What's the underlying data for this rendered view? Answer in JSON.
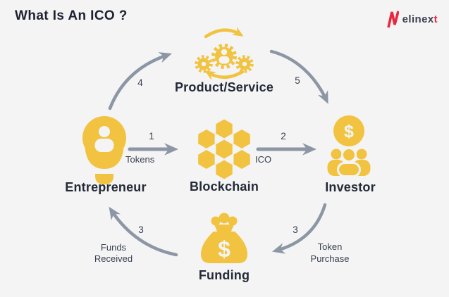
{
  "title": "What Is An ICO ?",
  "logo": {
    "brand_main": "elinex",
    "brand_accent": "t"
  },
  "colors": {
    "background": "#F4F4F5",
    "accent_yellow": "#F2C340",
    "arrow_gray": "#8D96A4",
    "text_dark": "#242A37",
    "text_label": "#39404E",
    "brand_red": "#E9283E"
  },
  "nodes": {
    "product_service": {
      "label": "Product/Service"
    },
    "entrepreneur": {
      "label": "Entrepreneur"
    },
    "blockchain": {
      "label": "Blockchain"
    },
    "investor": {
      "label": "Investor",
      "icon_text": "$"
    },
    "funding": {
      "label": "Funding",
      "icon_text": "$"
    }
  },
  "flows": {
    "tokens": {
      "step": "1",
      "label": "Tokens",
      "from": "Entrepreneur",
      "to": "Blockchain"
    },
    "ico": {
      "step": "2",
      "label": "ICO",
      "from": "Blockchain",
      "to": "Investor"
    },
    "token_purchase": {
      "step": "3",
      "label_line1": "Token",
      "label_line2": "Purchase",
      "from": "Investor",
      "to": "Funding"
    },
    "funds_received": {
      "step": "3",
      "label_line1": "Funds",
      "label_line2": "Received",
      "from": "Funding",
      "to": "Entrepreneur"
    },
    "develop": {
      "step": "4",
      "from": "Entrepreneur",
      "to": "Product/Service"
    },
    "deliver": {
      "step": "5",
      "from": "Product/Service",
      "to": "Investor"
    }
  }
}
